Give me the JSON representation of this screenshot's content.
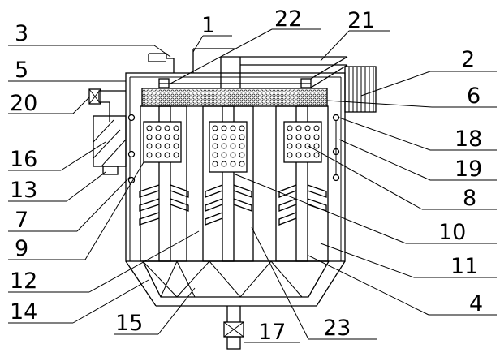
{
  "labels": {
    "l1": "1",
    "l2": "2",
    "l3": "3",
    "l4": "4",
    "l5": "5",
    "l6": "6",
    "l7": "7",
    "l8": "8",
    "l9": "9",
    "l10": "10",
    "l11": "11",
    "l12": "12",
    "l13": "13",
    "l14": "14",
    "l15": "15",
    "l16": "16",
    "l17": "17",
    "l18": "18",
    "l19": "19",
    "l20": "20",
    "l21": "21",
    "l22": "22",
    "l23": "23"
  },
  "colors": {
    "line": "#000000",
    "background": "#ffffff"
  }
}
